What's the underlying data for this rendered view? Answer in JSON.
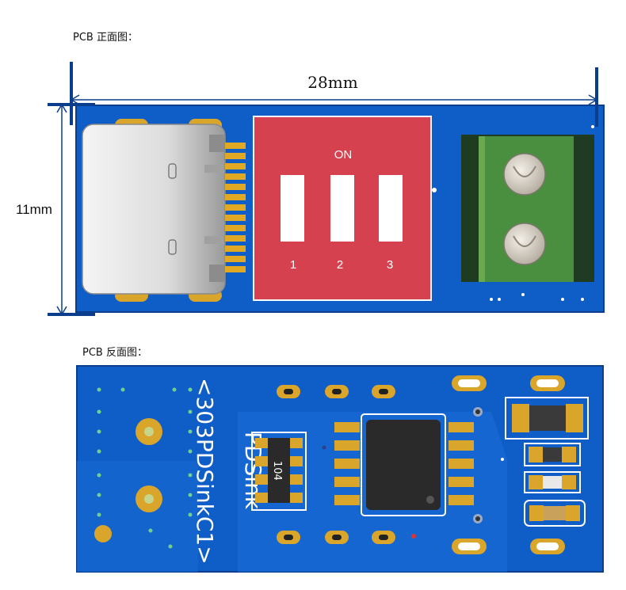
{
  "captions": {
    "front": "PCB 正面图：",
    "back": "PCB 反面图："
  },
  "dimensions": {
    "width_label": "28mm",
    "height_label": "11mm"
  },
  "dip_switch": {
    "on_label": "ON",
    "positions": [
      "1",
      "2",
      "3"
    ]
  },
  "back_silkscreen": {
    "resistor_array": "104",
    "board_name": "PDSink",
    "part_number": "<303PDSinkC1>"
  },
  "colors": {
    "pcb_blue": "#0f5ec8",
    "pcb_edge": "#0a3e8c",
    "switch_red": "#d6414f",
    "terminal_green": "#4a8f3f",
    "pad_gold": "#d9a52a"
  }
}
